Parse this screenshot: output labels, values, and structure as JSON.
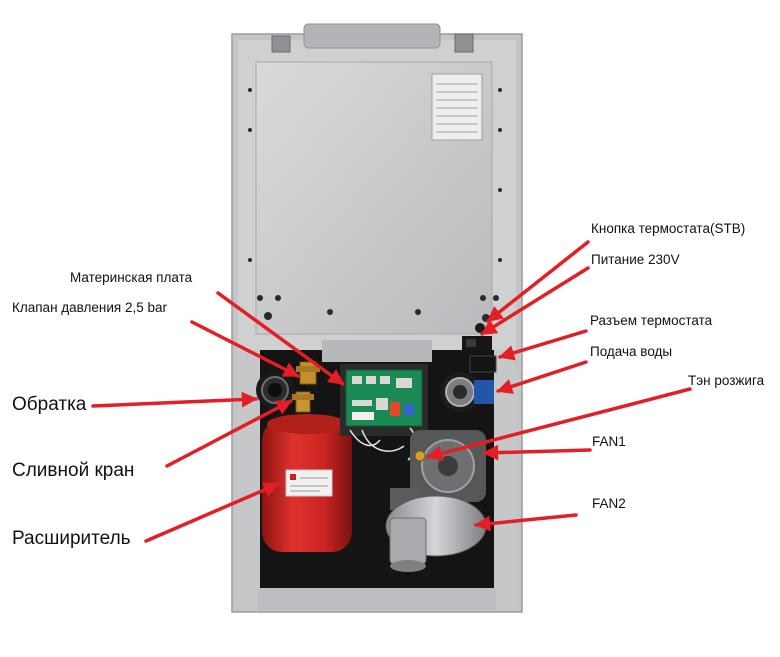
{
  "labels": {
    "motherboard": "Материнская плата",
    "pressure_valve": "Клапан давления 2,5 bar",
    "return": "Обратка",
    "drain_valve": "Сливной кран",
    "expansion_tank": "Расширитель",
    "thermostat_button": "Кнопка термостата(STB)",
    "power": "Питание 230V",
    "thermostat_connector": "Разъем термостата",
    "water_supply": "Подача воды",
    "ignition_heater": "Тэн розжига",
    "fan1": "FAN1",
    "fan2": "FAN2"
  },
  "colors": {
    "arrow": "#e31e24",
    "tank": "#d52a26",
    "cabinet": "#c8c9cb",
    "panel": "#d3d4d6",
    "interior": "#141414",
    "board": "#1c8a55"
  }
}
